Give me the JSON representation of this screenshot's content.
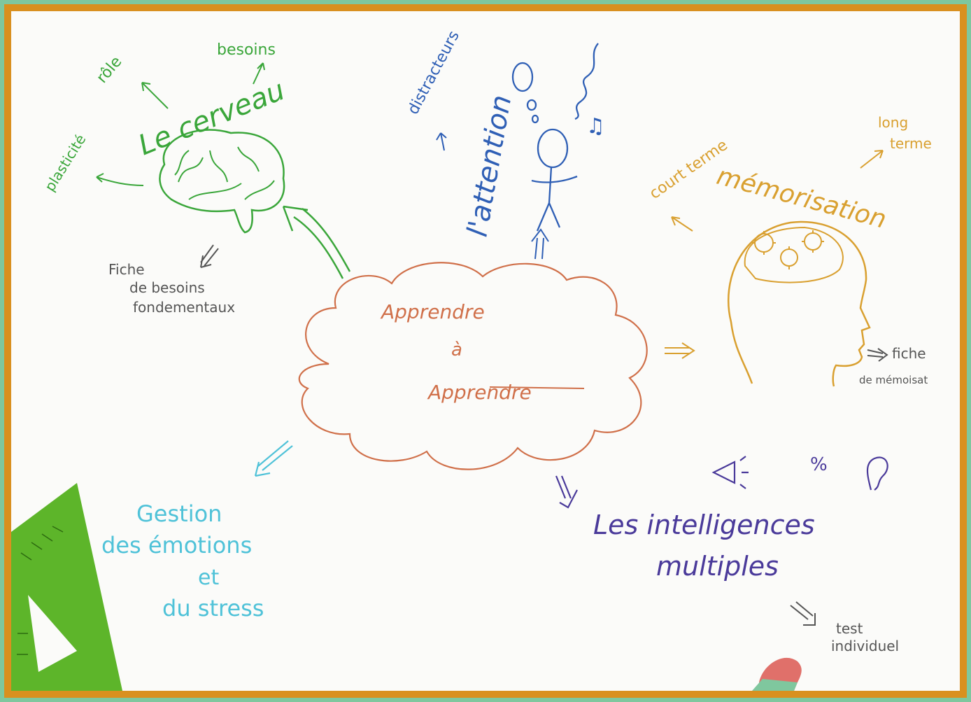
{
  "center": {
    "line1": "Apprendre",
    "line2": "à",
    "line3": "Apprendre"
  },
  "brain": {
    "title": "Le cerveau",
    "role": "rôle",
    "besoins": "besoins",
    "plasticite": "plasticité",
    "fiche1": "Fiche",
    "fiche2": "de besoins",
    "fiche3": "fondementaux"
  },
  "attention": {
    "title": "l'attention",
    "distracteurs": "distracteurs"
  },
  "memo": {
    "title": "mémorisation",
    "court": "court terme",
    "long1": "long",
    "long2": "terme",
    "fiche1": "fiche",
    "fiche2": "de mémoisat"
  },
  "emotions": {
    "l1": "Gestion",
    "l2": "des émotions",
    "l3": "et",
    "l4": "du stress"
  },
  "intel": {
    "l1": "Les intelligences",
    "l2": "multiples",
    "test1": "test",
    "test2": "individuel",
    "symbol_percent": "%"
  },
  "colors": {
    "green": "#3aa63a",
    "blue": "#2f5fb5",
    "orange": "#d9a030",
    "red": "#d0704a",
    "cyan": "#4fc2d8",
    "purple": "#4a3a9a",
    "gray": "#555555",
    "frame": "#d9901f",
    "ruler": "#5db52a",
    "bg": "#7fc79e"
  }
}
